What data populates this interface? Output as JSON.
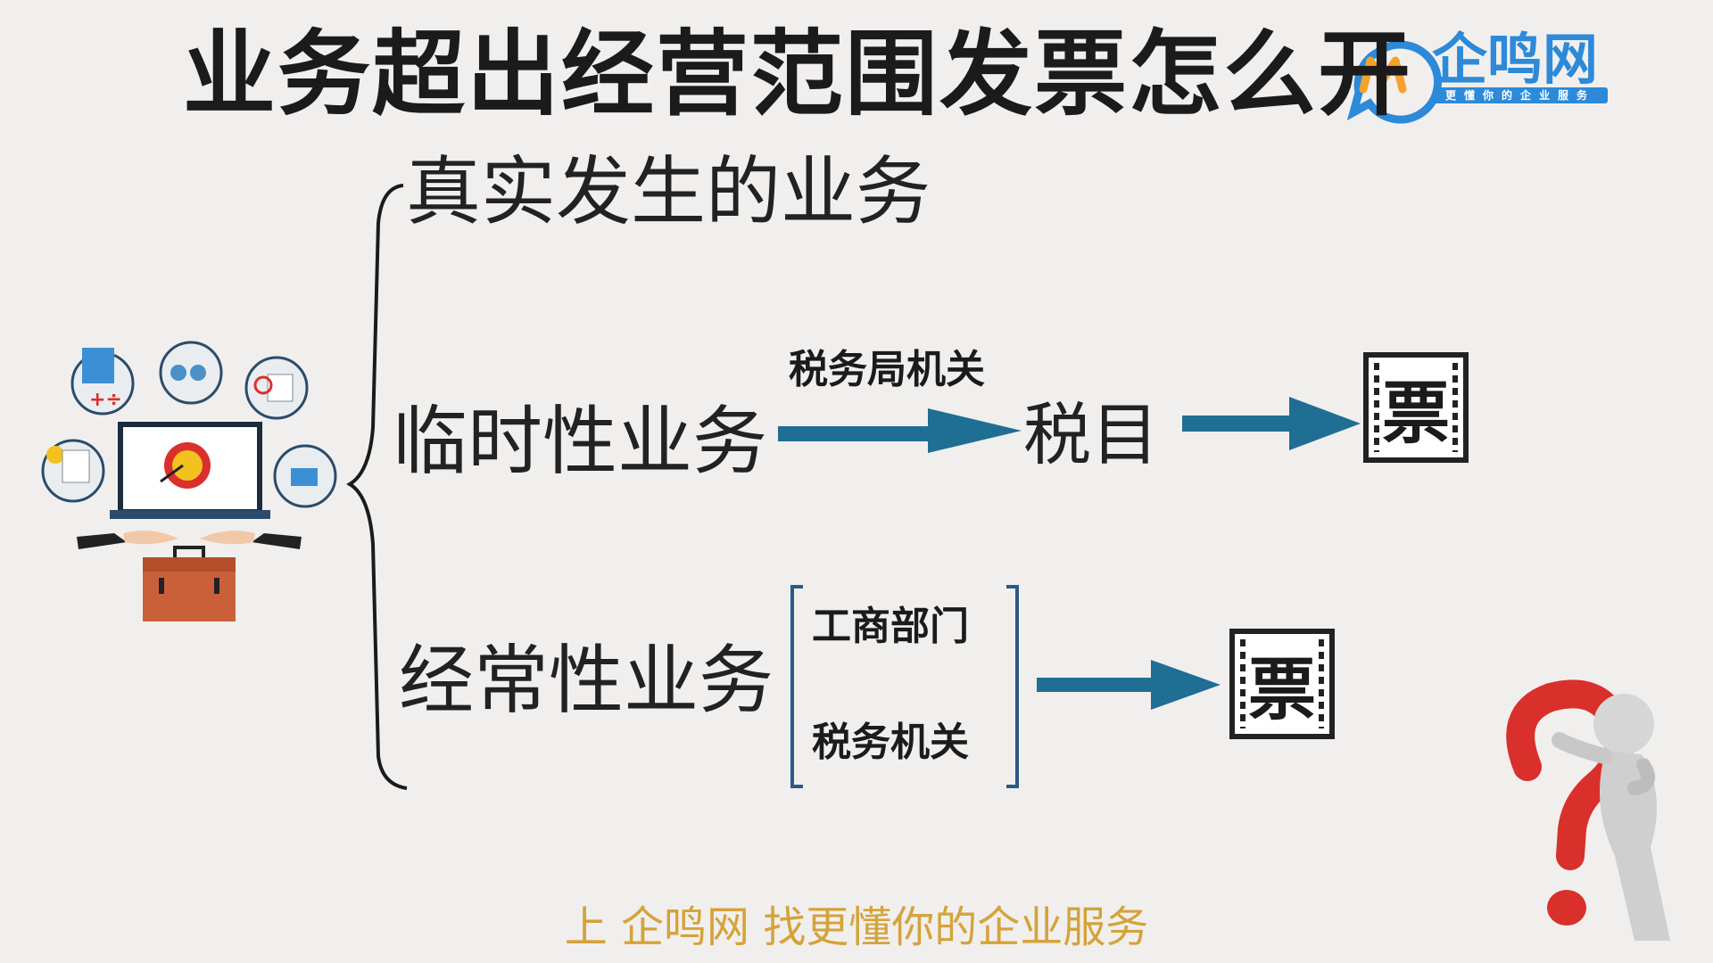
{
  "title": "业务超出经营范围发票怎么开",
  "logo": {
    "name": "企鸣网",
    "slogan": "更懂你的企业服务",
    "icon": "qiming-logo-icon"
  },
  "branches": {
    "real": "真实发生的业务",
    "temporary": "临时性业务",
    "regular": "经常性业务"
  },
  "temporary_flow": {
    "arrow_label": "税务局机关",
    "middle": "税目",
    "end": "票"
  },
  "regular_flow": {
    "dept_1": "工商部门",
    "dept_2": "税务机关",
    "end": "票"
  },
  "subtitle": "上 企鸣网 找更懂你的企业服务",
  "colors": {
    "arrow": "#1f6e93",
    "logo_blue": "#2c8ad8",
    "logo_orange": "#f4a22b",
    "subtitle": "#d4a33a",
    "question_mark": "#d9302b"
  }
}
